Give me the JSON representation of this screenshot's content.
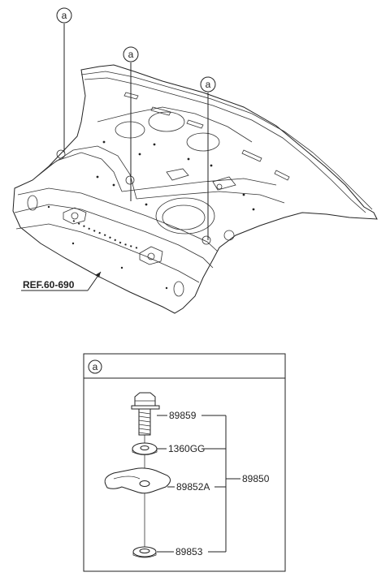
{
  "callouts": {
    "letter": "a"
  },
  "reference": {
    "label": "REF.60-690"
  },
  "detail_box": {
    "header_letter": "a",
    "parts": {
      "bolt": "89859",
      "washer": "1360GG",
      "bracket": "89852A",
      "grommet": "89853",
      "assembly": "89850"
    }
  }
}
